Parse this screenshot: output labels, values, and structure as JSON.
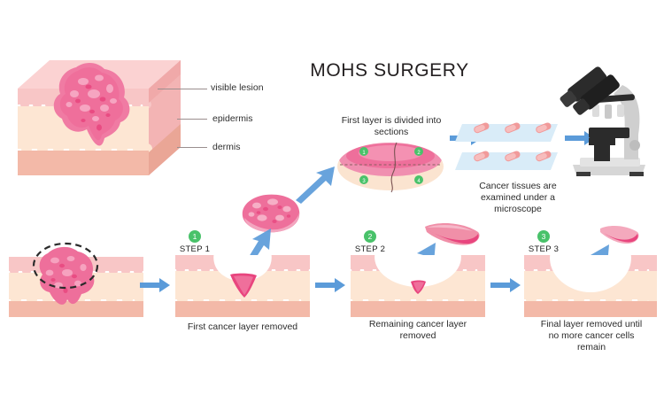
{
  "title": "MOHS SURGERY",
  "anatomy": {
    "labels": [
      {
        "id": "visible-lesion",
        "text": "visible lesion"
      },
      {
        "id": "epidermis",
        "text": "epidermis"
      },
      {
        "id": "dermis",
        "text": "dermis"
      }
    ]
  },
  "sections": {
    "heading_line1": "First layer is divided into",
    "heading_line2": "sections",
    "markers": [
      "1",
      "2",
      "3",
      "4"
    ]
  },
  "slides": {
    "caption_line1": "Cancer tissues are",
    "caption_line2": "examined under a",
    "caption_line3": "microscope",
    "tray_count": 2,
    "samples_per_tray": 3
  },
  "microscope": {
    "name": "microscope"
  },
  "steps": [
    {
      "number": "1",
      "label": "STEP 1",
      "caption_lines": [
        "First cancer layer removed"
      ]
    },
    {
      "number": "2",
      "label": "STEP 2",
      "caption_lines": [
        "Remaining cancer layer",
        "removed"
      ]
    },
    {
      "number": "3",
      "label": "STEP 3",
      "caption_lines": [
        "Final layer removed until",
        "no more cancer cells",
        "remain"
      ]
    }
  ],
  "colors": {
    "lesion_pink": "#ef6f9b",
    "lesion_pink_dark": "#e8457e",
    "epidermis": "#f7c3c3",
    "dermis": "#fde2cd",
    "hypodermis": "#f3b9a8",
    "arrow_blue": "#6aa9e0",
    "step_green": "#49c26a",
    "slide_blue": "#d9ecf8",
    "microscope_dark": "#2b2b2b",
    "microscope_gray": "#d6d6d6",
    "text": "#2b2b2b"
  }
}
